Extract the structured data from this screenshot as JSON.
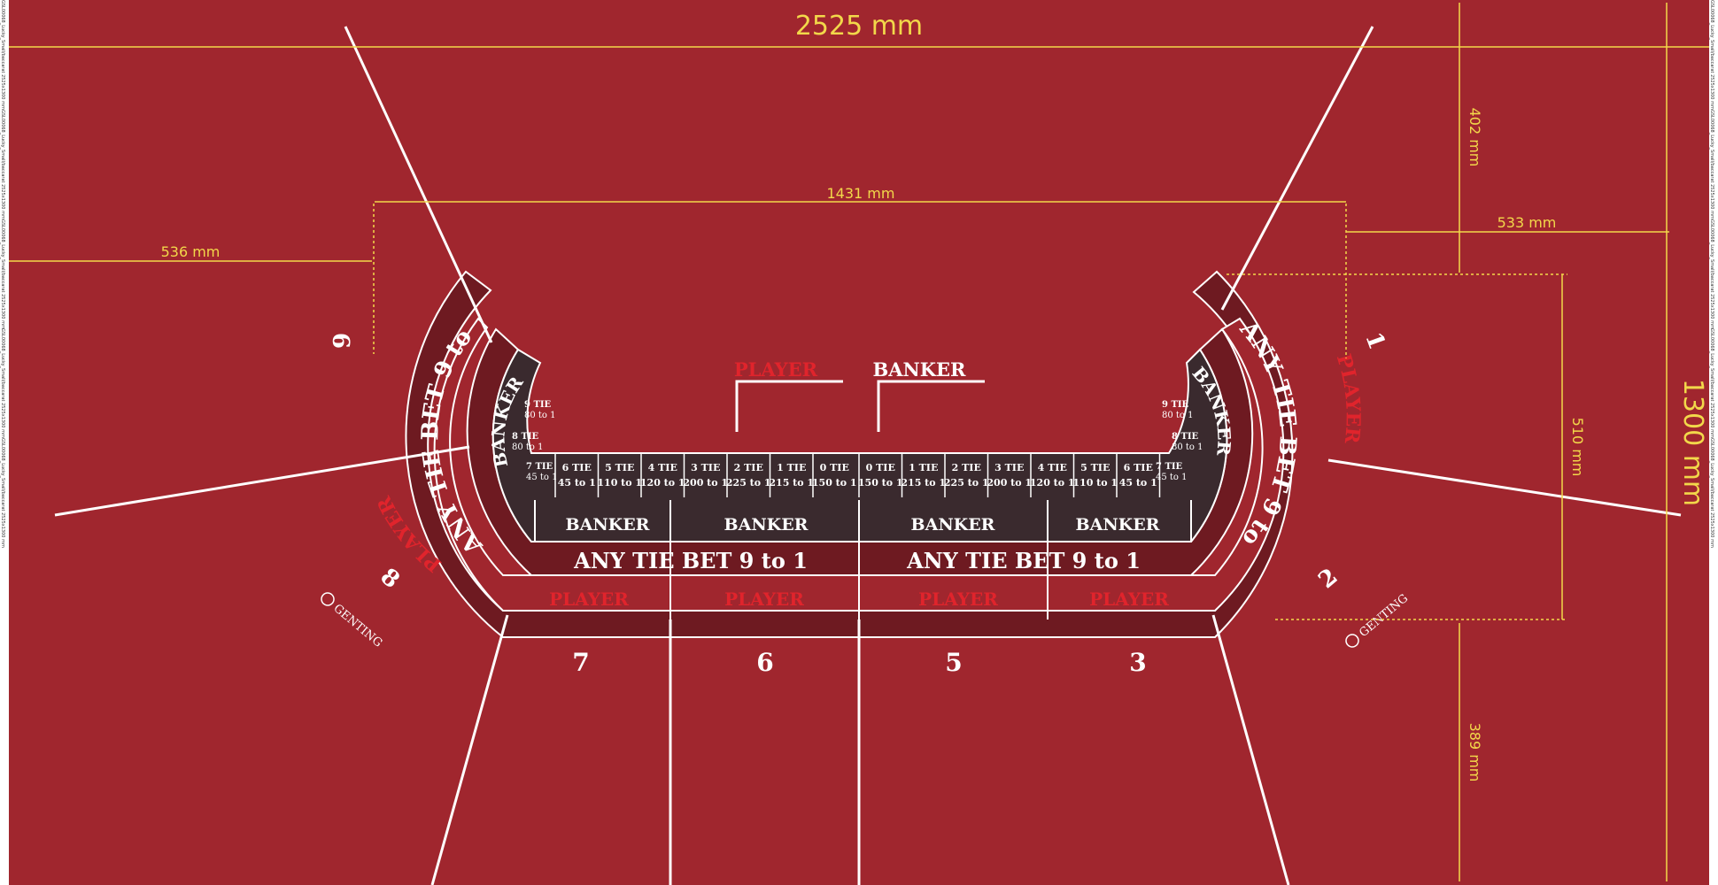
{
  "dimensions": {
    "total_width": "2525 mm",
    "total_height": "1300 mm",
    "inner_width": "1431 mm",
    "left_offset": "536 mm",
    "right_offset": "533 mm",
    "top_gap": "402 mm",
    "arc_height": "510 mm",
    "bottom_gap": "389 mm"
  },
  "print_code": "GSL00068_Lucky_Small/baccarat 2525x1300 mm",
  "colors": {
    "felt": "#a0262e",
    "dark_panel": "#6e1a21",
    "tie_panel": "#3a2a2e",
    "line": "#ffffff",
    "accent_text": "#e0242c",
    "dimension": "#f2d84a"
  },
  "dealer": {
    "player_label": "PLAYER",
    "banker_label": "BANKER"
  },
  "tie_bets": {
    "left": [
      {
        "name": "6 TIE",
        "odds": "45 to 1"
      },
      {
        "name": "5 TIE",
        "odds": "110 to 1"
      },
      {
        "name": "4 TIE",
        "odds": "120 to 1"
      },
      {
        "name": "3 TIE",
        "odds": "200 to 1"
      },
      {
        "name": "2 TIE",
        "odds": "225 to 1"
      },
      {
        "name": "1 TIE",
        "odds": "215 to 1"
      },
      {
        "name": "0 TIE",
        "odds": "150 to 1"
      }
    ],
    "right": [
      {
        "name": "0 TIE",
        "odds": "150 to 1"
      },
      {
        "name": "1 TIE",
        "odds": "215 to 1"
      },
      {
        "name": "2 TIE",
        "odds": "225 to 1"
      },
      {
        "name": "3 TIE",
        "odds": "200 to 1"
      },
      {
        "name": "4 TIE",
        "odds": "120 to 1"
      },
      {
        "name": "5 TIE",
        "odds": "110 to 1"
      },
      {
        "name": "6 TIE",
        "odds": "45 to 1"
      }
    ],
    "curve_left": [
      {
        "name": "7 TIE",
        "odds": "45 to 1"
      },
      {
        "name": "8 TIE",
        "odds": "80 to 1"
      },
      {
        "name": "9 TIE",
        "odds": "80 to 1"
      }
    ],
    "curve_right": [
      {
        "name": "7 TIE",
        "odds": "45 to 1"
      },
      {
        "name": "8 TIE",
        "odds": "80 to 1"
      },
      {
        "name": "9 TIE",
        "odds": "80 to 1"
      }
    ]
  },
  "curve_right_note": "9 TIE",
  "straight": {
    "banker": [
      "BANKER",
      "BANKER",
      "BANKER",
      "BANKER"
    ],
    "any_tie": [
      "ANY TIE BET 9 to 1",
      "ANY TIE BET 9 to 1"
    ],
    "player": [
      "PLAYER",
      "PLAYER",
      "PLAYER",
      "PLAYER"
    ]
  },
  "curves": {
    "banker": "BANKER",
    "any_tie": "ANY TIE BET 9 to 1",
    "player": "PLAYER"
  },
  "seats": [
    "1",
    "2",
    "3",
    "5",
    "6",
    "7",
    "8",
    "9"
  ],
  "brand": "GENTING"
}
